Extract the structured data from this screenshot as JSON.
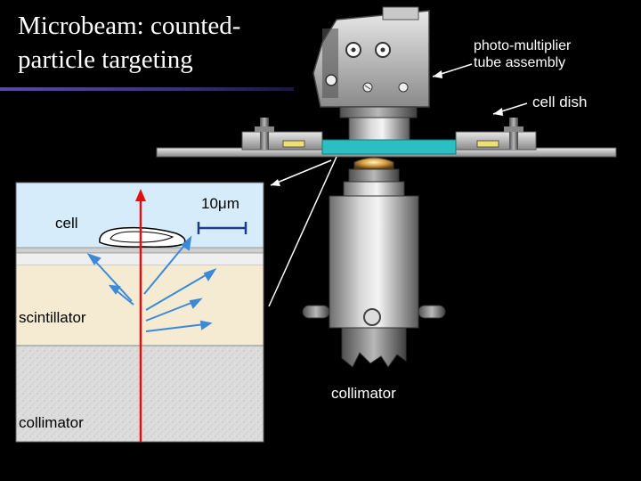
{
  "slide": {
    "title": "Microbeam: counted-particle targeting"
  },
  "labels": {
    "pmt": "photo-multiplier tube assembly",
    "pmt_line1": "photo-multiplier",
    "pmt_line2": "tube assembly",
    "cell_dish": "cell dish",
    "collimator_right": "collimator"
  },
  "inset": {
    "cell": "cell",
    "scale_bar": "10μm",
    "scintillator": "scintillator",
    "collimator": "collimator"
  },
  "colors": {
    "background": "#000000",
    "title_bar": "#4a3d98",
    "dish_cyan": "#2bbfc2",
    "inset_water": "#d6ecfa",
    "inset_scintillator": "#f5ead2",
    "inset_collimator": "#dcdcdc",
    "beam": "#e01010",
    "photon_arrows": "#3a8ad8",
    "scale_bar": "#1e3a8a"
  }
}
